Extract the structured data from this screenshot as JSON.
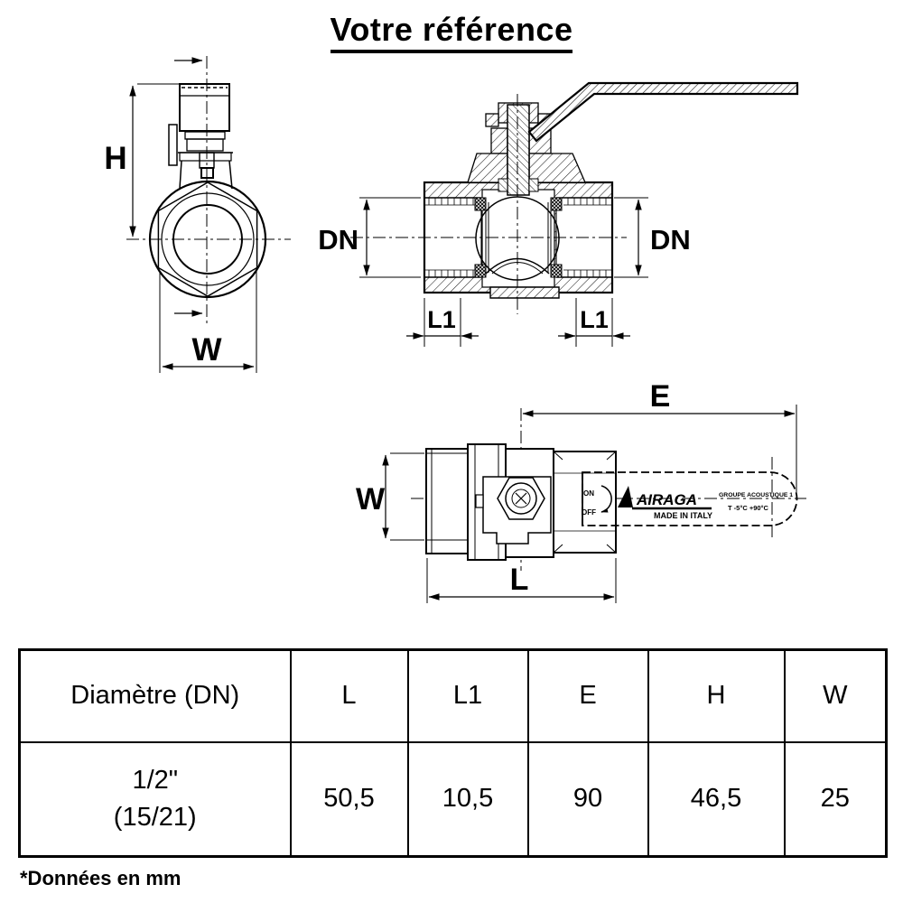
{
  "title": "Votre référence",
  "footnote": "*Données en mm",
  "drawings": {
    "front_view": {
      "h_label": "H",
      "w_label": "W"
    },
    "section_view": {
      "dn_left_label": "DN",
      "dn_right_label": "DN",
      "l1_left_label": "L1",
      "l1_right_label": "L1"
    },
    "top_view": {
      "e_label": "E",
      "w_label": "W",
      "l_label": "L",
      "handle": {
        "on_label": "ON",
        "off_label": "OFF",
        "brand": "AIRAGA",
        "made_in": "MADE IN ITALY",
        "note_line1": "GROUPE ACOUSTIQUE 1",
        "note_line2": "T -5°C +90°C"
      }
    }
  },
  "table": {
    "headers": [
      "Diamètre (DN)",
      "L",
      "L1",
      "E",
      "H",
      "W"
    ],
    "row": {
      "dn_size": "1/2\"",
      "dn_alt": "(15/21)",
      "l": "50,5",
      "l1": "10,5",
      "e": "90",
      "h": "46,5",
      "w": "25"
    }
  },
  "colors": {
    "line": "#000000",
    "background": "#ffffff"
  }
}
